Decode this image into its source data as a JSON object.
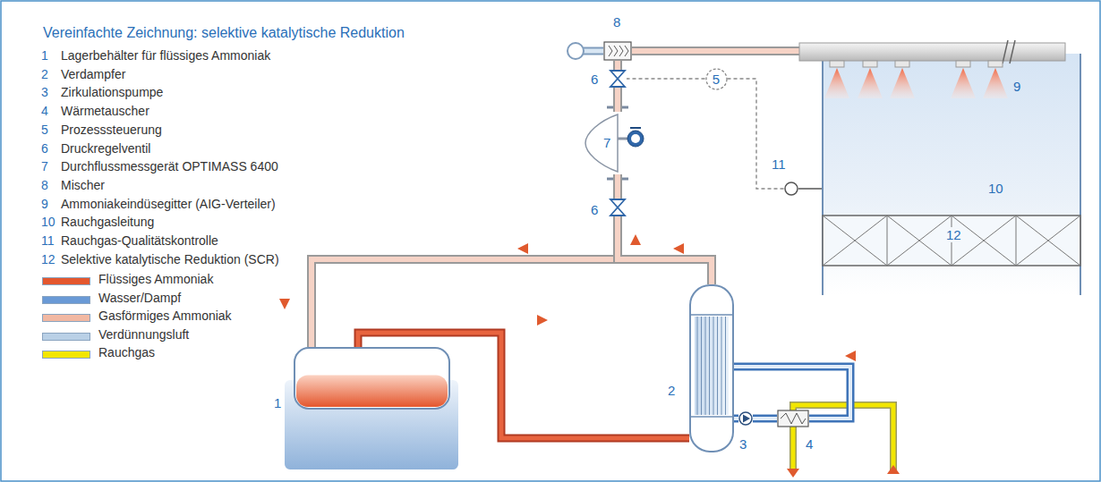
{
  "diagram": {
    "title": "Vereinfachte Zeichnung: selektive katalytische Reduktion",
    "nodes": [
      {
        "text": [
          "1"
        ]
      },
      {
        "text": [
          "2"
        ]
      },
      {
        "text": [
          "3"
        ]
      },
      {
        "text": [
          "4"
        ]
      },
      {
        "text": [
          "5"
        ]
      },
      {
        "text": [
          "6"
        ]
      },
      {
        "text": [
          "7"
        ]
      },
      {
        "text": [
          "6"
        ]
      },
      {
        "text": [
          "8"
        ]
      },
      {
        "text": [
          "10"
        ]
      },
      {
        "text": [
          "9"
        ],
        "in": 9
      },
      {
        "text": [
          "11"
        ]
      },
      {
        "text": [
          "12"
        ],
        "in": 9
      }
    ],
    "edges": [
      {
        "from": 0,
        "to": 1,
        "arrow": "none"
      },
      {
        "from": 1,
        "to": 0,
        "arrow": "none"
      },
      {
        "from": 1,
        "to": 7,
        "arrow": "none"
      },
      {
        "from": 7,
        "to": 6,
        "arrow": "none"
      },
      {
        "from": 6,
        "to": 5,
        "arrow": "none"
      },
      {
        "from": 5,
        "to": 8,
        "arrow": "none"
      },
      {
        "from": 8,
        "to": 10,
        "arrow": "none"
      },
      {
        "from": 1,
        "to": 2,
        "arrow": "none"
      },
      {
        "from": 2,
        "to": 3,
        "arrow": "none"
      },
      {
        "from": 3,
        "to": 1,
        "arrow": "none"
      },
      {
        "from": 4,
        "to": 5,
        "arrow": "none"
      },
      {
        "from": 4,
        "to": 11,
        "arrow": "none"
      }
    ],
    "labels": [
      "1",
      "Lagerbehälter für flüssiges Ammoniak",
      "2",
      "Verdampfer",
      "3",
      "Zirkulationspumpe",
      "4",
      "Wärmetauscher",
      "5",
      "Prozesssteuerung",
      "6",
      "Druckregelventil",
      "7",
      "Durchflussmessgerät OPTIMASS 6400",
      "8",
      "Mischer",
      "9",
      "Ammoniakeindüsegitter (AIG-Verteiler)",
      "10",
      "Rauchgasleitung",
      "11",
      "Rauchgas-Qualitätskontrolle",
      "12",
      "Selektive katalytische Reduktion (SCR)"
    ],
    "legend": [
      {
        "text": "Flüssiges Ammoniak",
        "color": "#e4572e"
      },
      {
        "text": "Wasser/Dampf",
        "color": "#6a9ad6"
      },
      {
        "text": "Gasförmiges Ammoniak",
        "color": "#f2b8a2"
      },
      {
        "text": "Verdünnungsluft",
        "color": "#b9d0e6"
      },
      {
        "text": "Rauchgas",
        "color": "#f2e600"
      }
    ]
  }
}
